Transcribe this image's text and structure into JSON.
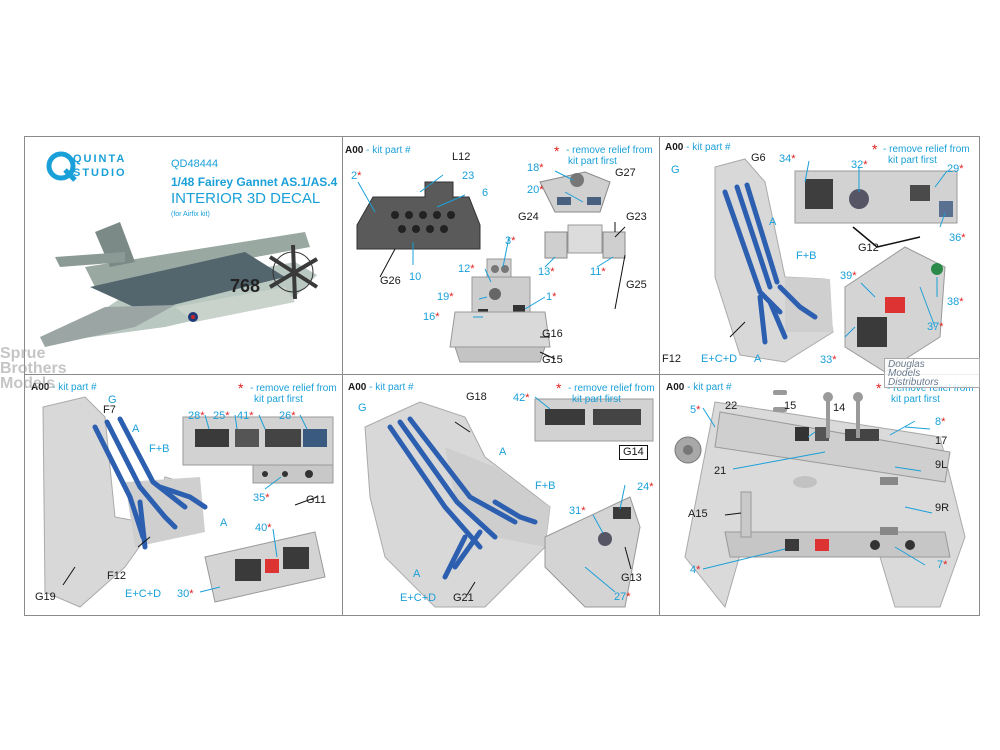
{
  "brand": {
    "name_line1": "QUINTA",
    "name_line2": "STUDIO"
  },
  "product": {
    "code": "QD48444",
    "title": "1/48 Fairey Gannet AS.1/AS.4",
    "heading": "INTERIOR 3D DECAL",
    "note": "(for Airfix kit)",
    "aircraft_number": "768"
  },
  "common": {
    "kit_part_code": "A00",
    "kit_part_suffix": " - kit part #",
    "remove_line1": "- remove relief from",
    "remove_line2": "kit part first",
    "star": "*"
  },
  "panels": {
    "p2": {
      "kit": [
        "L12",
        "G26",
        "G27",
        "G24",
        "G23",
        "G25",
        "G16",
        "G15"
      ],
      "decals": [
        "2",
        "23",
        "6",
        "10",
        "3",
        "12",
        "19",
        "16",
        "1",
        "18",
        "20",
        "13",
        "11"
      ]
    },
    "p3": {
      "kit": [
        "G6",
        "G12",
        "F12",
        "E+C+D",
        "A",
        "F+B",
        "G"
      ],
      "decals": [
        "34",
        "32",
        "29",
        "36",
        "39",
        "38",
        "37",
        "33"
      ]
    },
    "p4": {
      "kit": [
        "F7",
        "G11",
        "F12",
        "E+C+D",
        "A",
        "F+B",
        "G",
        "G19"
      ],
      "decals": [
        "28",
        "25",
        "41",
        "26",
        "35",
        "40",
        "30"
      ]
    },
    "p5": {
      "kit": [
        "G18",
        "G",
        "A",
        "F+B",
        "G14",
        "G13",
        "G21",
        "E+C+D"
      ],
      "decals": [
        "42",
        "24",
        "31",
        "27"
      ]
    },
    "p6": {
      "kit": [
        "22",
        "15",
        "14",
        "17",
        "21",
        "9L",
        "A15",
        "9R"
      ],
      "decals": [
        "5",
        "8",
        "4",
        "7"
      ]
    }
  },
  "watermarks": {
    "left": [
      "Sprue",
      "Brothers",
      "Models"
    ],
    "right": [
      "Douglas",
      "Models",
      "Distributors"
    ]
  },
  "colors": {
    "accent": "#1aa0d8",
    "remove": "#e02020",
    "strap": "#2c5fb0",
    "part": "#d6d6d6"
  }
}
